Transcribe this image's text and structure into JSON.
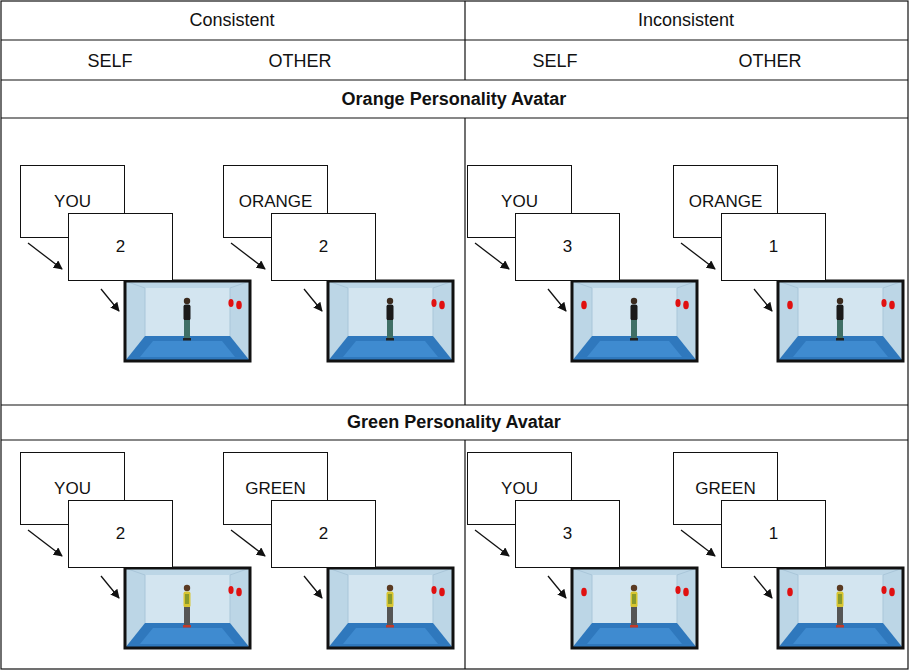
{
  "diagram": {
    "nodes": [
      {
        "text": [
          "YOU"
        ]
      },
      {
        "text": [
          "2"
        ]
      },
      {
        "text": [
          "ORANGE"
        ]
      },
      {
        "text": [
          "2"
        ]
      },
      {
        "text": [
          "YOU"
        ]
      },
      {
        "text": [
          "3"
        ]
      },
      {
        "text": [
          "ORANGE"
        ]
      },
      {
        "text": [
          "1"
        ]
      },
      {
        "text": [
          "YOU"
        ]
      },
      {
        "text": [
          "2"
        ]
      },
      {
        "text": [
          "GREEN"
        ]
      },
      {
        "text": [
          "2"
        ]
      },
      {
        "text": [
          "YOU"
        ]
      },
      {
        "text": [
          "3"
        ]
      },
      {
        "text": [
          "GREEN"
        ]
      },
      {
        "text": [
          "1"
        ]
      }
    ],
    "edges": [
      {
        "from": 0,
        "to": 1,
        "arrow": "to"
      },
      {
        "from": 2,
        "to": 3,
        "arrow": "to"
      },
      {
        "from": 4,
        "to": 5,
        "arrow": "to"
      },
      {
        "from": 6,
        "to": 7,
        "arrow": "to"
      },
      {
        "from": 8,
        "to": 9,
        "arrow": "to"
      },
      {
        "from": 10,
        "to": 11,
        "arrow": "to"
      },
      {
        "from": 12,
        "to": 13,
        "arrow": "to"
      },
      {
        "from": 14,
        "to": 15,
        "arrow": "to"
      }
    ],
    "labels": [
      "Consistent",
      "Inconsistent",
      "SELF",
      "OTHER",
      "SELF",
      "OTHER",
      "Orange Personality Avatar",
      "Green Personality Avatar"
    ]
  }
}
